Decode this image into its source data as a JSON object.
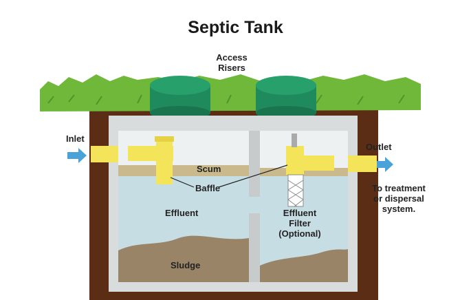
{
  "title": "Septic Tank",
  "labels": {
    "access_risers_line1": "Access",
    "access_risers_line2": "Risers",
    "inlet": "Inlet",
    "outlet": "Outlet",
    "scum": "Scum",
    "baffle": "Baffle",
    "effluent": "Effluent",
    "sludge": "Sludge",
    "effluent_filter_line1": "Effluent",
    "effluent_filter_line2": "Filter",
    "effluent_filter_line3": "(Optional)",
    "destination_line1": "To treatment",
    "destination_line2": "or dispersal",
    "destination_line3": "system."
  },
  "colors": {
    "grass": "#6fb83a",
    "soil": "#5a2d14",
    "concrete": "#d9dcdc",
    "water": "#c7dde4",
    "scum": "#c9b98d",
    "sludge": "#9a8468",
    "pipe": "#f3e45a",
    "riser": "#1f8a5c",
    "arrow": "#4aa3d8"
  },
  "icons": {
    "inlet_arrow": "arrow-right-icon",
    "outlet_arrow": "arrow-right-icon"
  }
}
